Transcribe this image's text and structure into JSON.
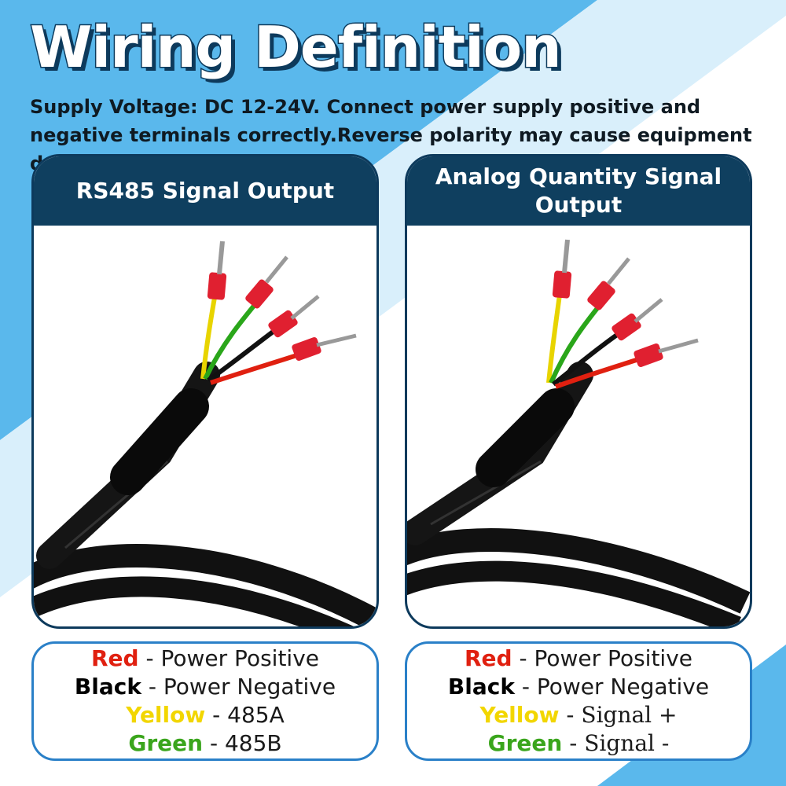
{
  "title": "Wiring Definition",
  "supply_text": "Supply Voltage: DC 12-24V. Connect power supply positive and negative terminals correctly.Reverse polarity may cause equipment damage.",
  "colors": {
    "background_blue": "#5ab8ec",
    "header_navy": "#0f3f5f",
    "legend_border": "#2a80c8",
    "red": "#e02010",
    "yellow": "#f2d600",
    "green": "#3aa51c",
    "black": "#000000"
  },
  "panels": [
    {
      "heading": "RS485 Signal Output",
      "image": "four-wire-cable-icon",
      "legend": [
        {
          "color": "Red",
          "sep": " - ",
          "desc": "Power Positive"
        },
        {
          "color": "Black",
          "sep": " - ",
          "desc": "Power Negative"
        },
        {
          "color": "Yellow",
          "sep": " - ",
          "desc": "485A"
        },
        {
          "color": "Green",
          "sep": " - ",
          "desc": "485B"
        }
      ]
    },
    {
      "heading": "Analog Quantity Signal Output",
      "image": "four-wire-cable-icon",
      "legend": [
        {
          "color": "Red",
          "sep": " - ",
          "desc": "Power Positive"
        },
        {
          "color": "Black",
          "sep": " - ",
          "desc": "Power Negative"
        },
        {
          "color": "Yellow",
          "sep": " - ",
          "desc": "Signal +"
        },
        {
          "color": "Green",
          "sep": " -  ",
          "desc": "Signal -"
        }
      ]
    }
  ]
}
